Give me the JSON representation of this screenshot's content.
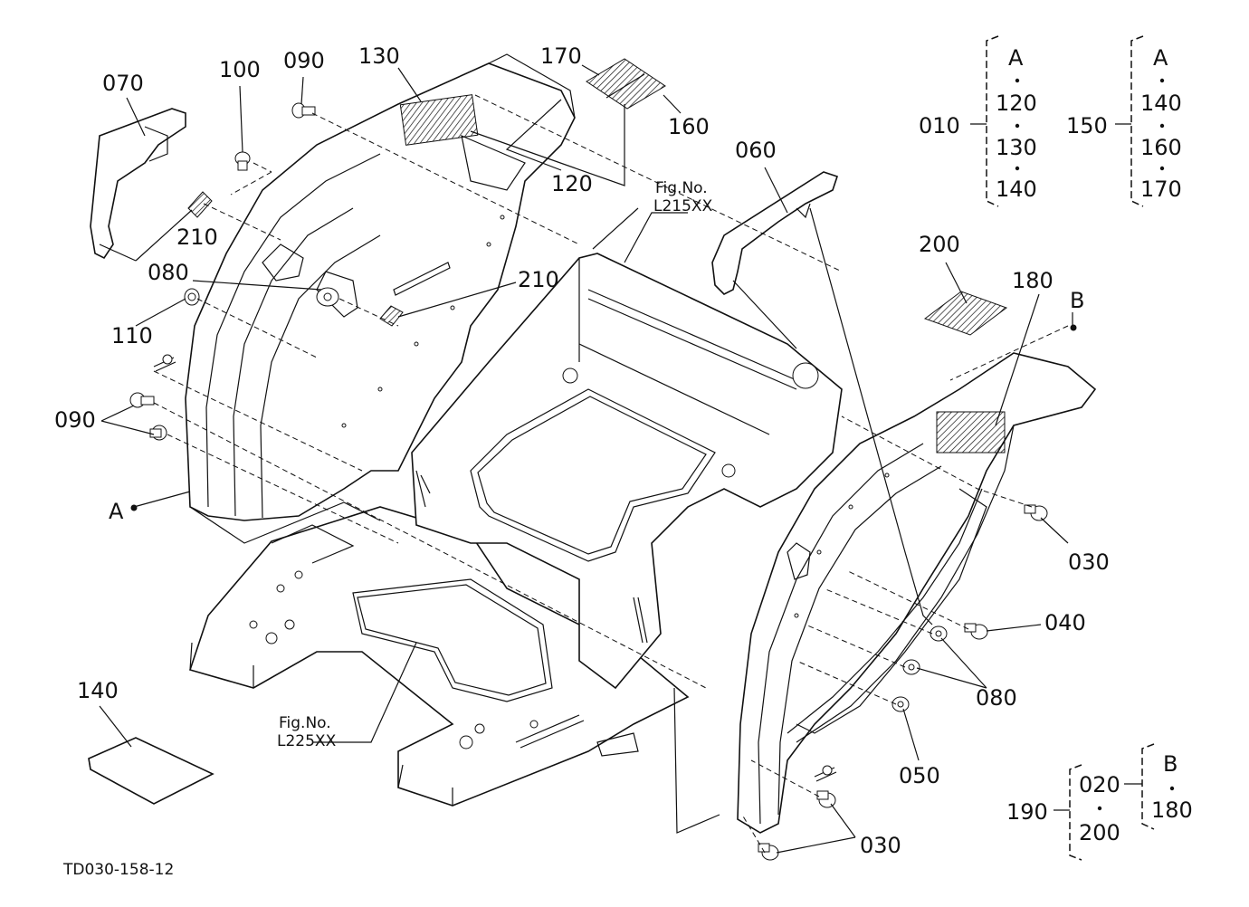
{
  "callouts": {
    "p070": "070",
    "p100": "100",
    "p090_top": "090",
    "p130": "130",
    "p170": "170",
    "p160": "160",
    "p120": "120",
    "p210_left": "210",
    "p080_left": "080",
    "p110": "110",
    "p090_left": "090",
    "p210_mid": "210",
    "p060": "060",
    "p200": "200",
    "p180": "180",
    "ref_B": "B",
    "ref_A": "A",
    "p030_right": "030",
    "p040": "040",
    "p080_right": "080",
    "p050": "050",
    "p030_bottom": "030",
    "p140_sheet": "140"
  },
  "fig_refs": {
    "upper": {
      "line1": "Fig.No.",
      "line2": "L215XX"
    },
    "lower": {
      "line1": "Fig.No.",
      "line2": "L225XX"
    }
  },
  "kits": {
    "k010": {
      "label": "010",
      "items": [
        "A",
        "120",
        "130",
        "140"
      ]
    },
    "k150": {
      "label": "150",
      "items": [
        "A",
        "140",
        "160",
        "170"
      ]
    },
    "k190": {
      "label": "190",
      "items": [
        "020",
        "200"
      ],
      "sub": [
        "B",
        "180"
      ]
    }
  },
  "drawing_id": "TD030-158-12"
}
